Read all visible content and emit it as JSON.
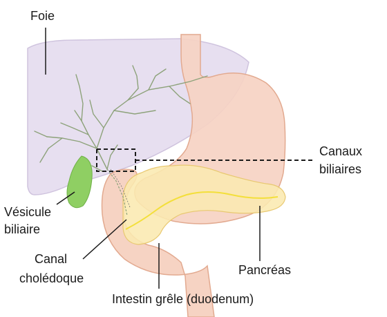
{
  "labels": {
    "liver": "Foie",
    "bile_ducts_line1": "Canaux",
    "bile_ducts_line2": "biliaires",
    "gallbladder_line1": "Vésicule",
    "gallbladder_line2": "biliaire",
    "common_bile_duct_line1": "Canal",
    "common_bile_duct_line2": "cholédoque",
    "pancreas": "Pancréas",
    "small_intestine": "Intestin grêle (duodenum)"
  },
  "colors": {
    "liver_fill": "#e7dff0",
    "liver_stroke": "#cfc3de",
    "stomach_fill": "#f6d3c3",
    "stomach_stroke": "#e2a98f",
    "duodenum_fill": "#f6d3c3",
    "pancreas_fill": "#fbe9b0",
    "pancreas_stroke": "#e8c870",
    "pancreatic_duct": "#f3df3a",
    "gallbladder_fill": "#8fcf63",
    "bile_ducts": "#8da27a",
    "leader_lines": "#1a1a1a"
  }
}
